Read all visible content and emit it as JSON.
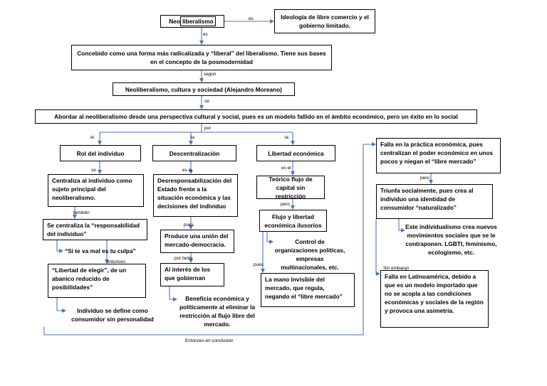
{
  "nodes": {
    "neo_prefix": "Neo",
    "neo_highlight": "liberalismo",
    "ideologia": "Ideología de libre comercio y el gobierno limitado.",
    "concebido": "Concebido como una forma más radicalizada y “liberal” del liberalismo. Tiene sus bases en el concepto de la posmodernidad",
    "cultura": "Neoliberalismo, cultura y sociedad (Alejandro Moreano)",
    "abordar": "Abordar al neoliberalismo desde una perspectiva cultural y social, pues es un modelo fallido en el ámbito económico, pero un éxito en lo social",
    "rol": "Rol del individuo",
    "descentralizacion": "Descentralización",
    "libertad": "Libertad económica",
    "centraliza": "Centraliza al individuo como sujeto principal del neoliberalismo.",
    "responsabilidad": "Se centraliza la “responsabilidad del individuo”",
    "si_te_va_mal": "“Si te va mal es tu culpa”",
    "libertad_elegir": "“Libertad de elegir”, de un abanico reducido de posibilidades”",
    "consumidor": "Individuo se define como consumidor sin personalidad",
    "desresponsabilizacion": "Desresponsabilización del Estado frente a la situación económica y las decisiones del individuo",
    "union": "Produce una unión del mercado-democracia.",
    "interes": "Al interés de los que gobiernan",
    "beneficia": "Beneficia económica y políticamente al eliminar la restricción al flujo libre del mercado.",
    "teorico": "Teórico flujo de capital sin restricción",
    "flujo": "Flujo y libertad económica ilusorios",
    "control": "Control de organizaciones políticas, empresas multinacionales, etc.",
    "mano": "La mano invisible del mercado, que regula, negando el “libre mercado”",
    "falla_practica": "Falla en la práctica económica, pues centralizan el poder económico en unos pocos y niegan el “libre mercado”",
    "triunfa": "Triunfa socialmente, pues crea al individuo una identidad de consumidor “naturalizado”",
    "individualismo": "Este individualismo crea nuevos movimientos sociales que se le contraponen. LGBTI, feminismo, ecologismo, etc.",
    "falla_latam": "Falla en Latinoamérica, debido a que es un modelo importado que no se acopla a las condiciones económicas y sociales de la región y provoca una asimetría."
  },
  "links": {
    "es_1": "es",
    "es_2": "es",
    "segun": "según",
    "se_1": "se",
    "por": "por",
    "el": "el",
    "la_1": "la",
    "la_2": "la",
    "se_2": "se",
    "es_la": "es la",
    "es_el": "es el",
    "tambien": "también",
    "pues_1": "pues",
    "pero_1": "pero",
    "entonces": "entonces",
    "por_tanto": "por tanto",
    "pues_2": "pues",
    "pero_2": "pero",
    "sin_embargo": "Sin embargo",
    "entonces_conclusion": "Entonces en conclusión"
  },
  "colors": {
    "connector": "#4a76b8",
    "border": "#000000"
  }
}
